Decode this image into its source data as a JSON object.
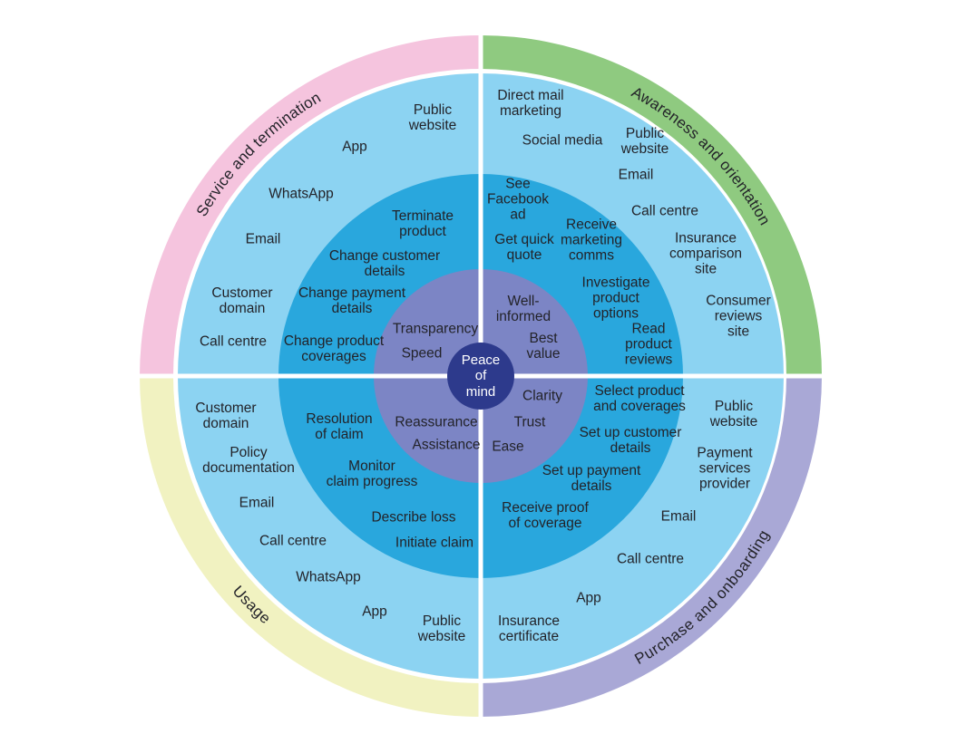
{
  "colors": {
    "service_ring": "#f5c4de",
    "awareness_ring": "#8fca80",
    "purchase_ring": "#a9a8d6",
    "usage_ring": "#f1f2c1",
    "channels_ring": "#8cd3f2",
    "activities_ring": "#29a7dd",
    "values_ring": "#7c85c5",
    "center_circle": "#2d3a8c",
    "divider": "#ffffff",
    "label_text": "#232329"
  },
  "center": {
    "label": "Peace\nof\nmind"
  },
  "quadrants": [
    {
      "name": "Service and termination",
      "position": "top-left",
      "values": [
        "Transparency",
        "Speed"
      ],
      "activities": [
        "Terminate\nproduct",
        "Change customer\ndetails",
        "Change payment\ndetails",
        "Change product\ncoverages"
      ],
      "channels": [
        "Public\nwebsite",
        "App",
        "WhatsApp",
        "Email",
        "Customer\ndomain",
        "Call centre"
      ]
    },
    {
      "name": "Awareness and orientation",
      "position": "top-right",
      "values": [
        "Well-\ninformed",
        "Best\nvalue"
      ],
      "activities": [
        "See\nFacebook\nad",
        "Get quick\nquote",
        "Receive\nmarketing\ncomms",
        "Investigate\nproduct\noptions",
        "Read\nproduct\nreviews"
      ],
      "channels": [
        "Direct mail\nmarketing",
        "Social media",
        "Public\nwebsite",
        "Email",
        "Call centre",
        "Insurance\ncomparison\nsite",
        "Consumer\nreviews\nsite"
      ]
    },
    {
      "name": "Purchase and onboarding",
      "position": "bottom-right",
      "values": [
        "Clarity",
        "Trust",
        "Ease"
      ],
      "activities": [
        "Select product\nand coverages",
        "Set up customer\ndetails",
        "Set up payment\ndetails",
        "Receive proof\nof coverage"
      ],
      "channels": [
        "Public\nwebsite",
        "Payment\nservices\nprovider",
        "Email",
        "Call centre",
        "App",
        "Insurance\ncertificate"
      ]
    },
    {
      "name": "Usage",
      "position": "bottom-left",
      "values": [
        "Reassurance",
        "Assistance"
      ],
      "activities": [
        "Resolution\nof claim",
        "Monitor\nclaim progress",
        "Describe loss",
        "Initiate claim"
      ],
      "channels": [
        "Customer\ndomain",
        "Policy\ndocumentation",
        "Email",
        "Call centre",
        "WhatsApp",
        "App",
        "Public\nwebsite"
      ]
    }
  ]
}
